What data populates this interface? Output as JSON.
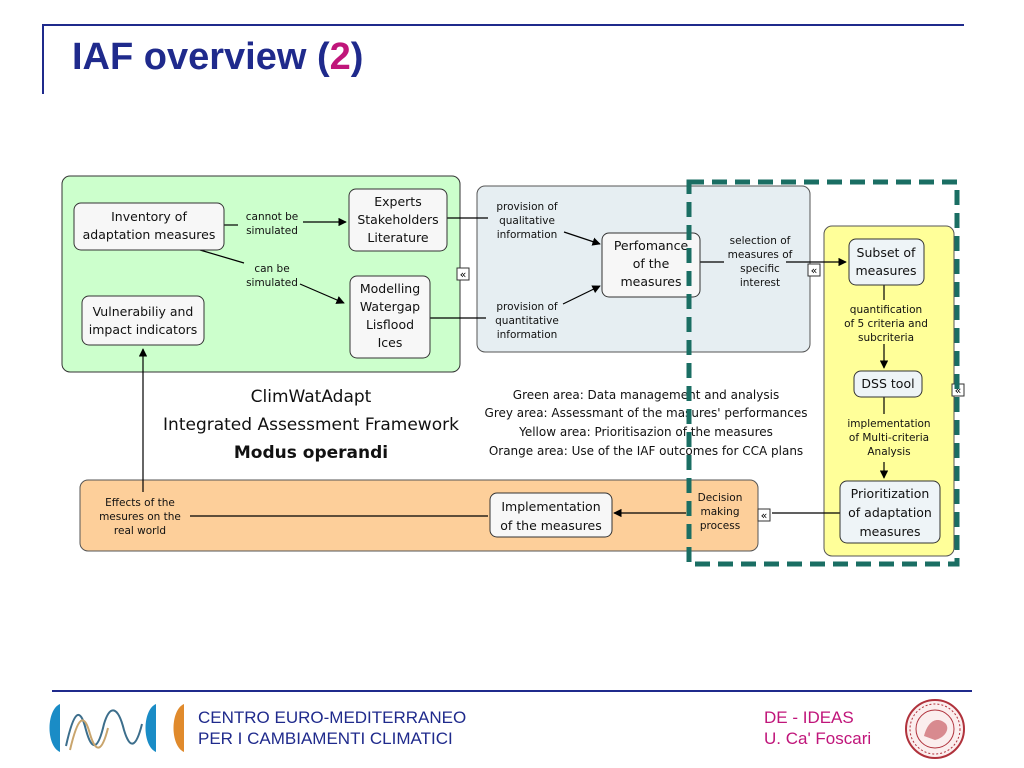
{
  "title": {
    "prefix": "IAF overview (",
    "number": "2",
    "suffix": ")"
  },
  "diagram": {
    "boxes": {
      "inventory": [
        "Inventory of",
        "adaptation measures"
      ],
      "experts": [
        "Experts",
        "Stakeholders",
        "Literature"
      ],
      "vulnerability": [
        "Vulnerabiliy and",
        "impact indicators"
      ],
      "modelling": [
        "Modelling",
        "Watergap",
        "Lisflood",
        "Ices"
      ],
      "performance": [
        "Perfomance",
        "of the",
        "measures"
      ],
      "subset": [
        "Subset of",
        "measures"
      ],
      "dss": [
        "DSS tool"
      ],
      "prioritization": [
        "Prioritization",
        "of adaptation",
        "measures"
      ],
      "implementation": [
        "Implementation",
        "of the measures"
      ]
    },
    "labels": {
      "cannot": [
        "cannot be",
        "simulated"
      ],
      "can": [
        "can be",
        "simulated"
      ],
      "qualitative": [
        "provision of",
        "qualitative",
        "information"
      ],
      "quantitative": [
        "provision of",
        "quantitative",
        "information"
      ],
      "selection": [
        "selection of",
        "measures of",
        "specific",
        "interest"
      ],
      "quantification": [
        "quantification",
        "of 5 criteria and",
        "subcriteria"
      ],
      "multicriteria": [
        "implementation",
        "of Multi-criteria",
        "Analysis"
      ],
      "decision": [
        "Decision",
        "making",
        "process"
      ],
      "effects": [
        "Effects of the",
        "mesures on the",
        "real world"
      ]
    },
    "framework_title": [
      "ClimWatAdapt",
      "Integrated Assessment Framework"
    ],
    "framework_subtitle": "Modus operandi",
    "legend": [
      "Green area: Data management and analysis",
      "Grey area: Assessmant of the masures' performances",
      "Yellow area: Prioritisazion of the measures",
      "Orange area: Use of the IAF outcomes for CCA plans"
    ],
    "collapse_icon": "«",
    "colors": {
      "green_area": "#ccffcc",
      "grey_area": "#e6eef2",
      "yellow_area": "#ffff99",
      "orange_area": "#fdcf9a",
      "dashed_highlight": "#1a6e63"
    }
  },
  "footer": {
    "org_lines": [
      "CENTRO EURO-MEDITERRANEO",
      "PER I CAMBIAMENTI CLIMATICI"
    ],
    "dept_lines": [
      "DE - IDEAS",
      "U. Ca' Foscari"
    ],
    "logo": "cmcc-wave-logo",
    "seal": "ca-foscari-seal"
  }
}
